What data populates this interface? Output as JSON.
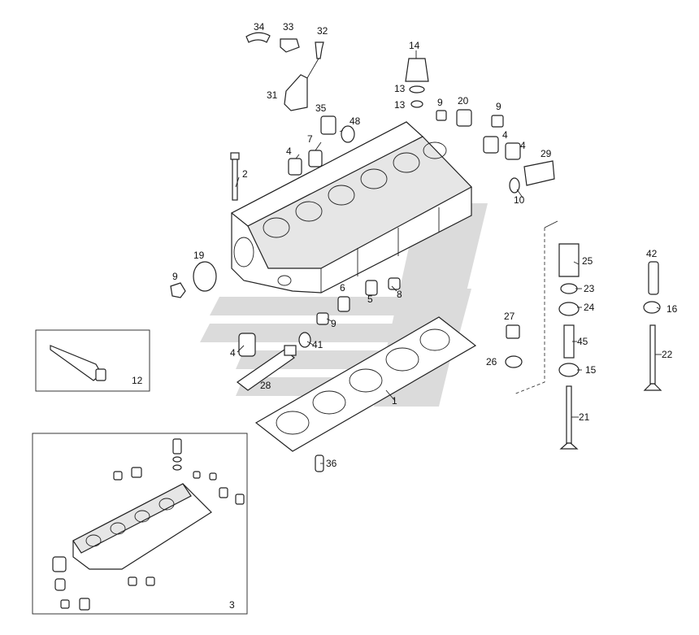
{
  "callouts": [
    {
      "id": "34",
      "label": "34"
    },
    {
      "id": "33",
      "label": "33"
    },
    {
      "id": "32",
      "label": "32"
    },
    {
      "id": "14",
      "label": "14"
    },
    {
      "id": "31",
      "label": "31"
    },
    {
      "id": "13a",
      "label": "13"
    },
    {
      "id": "13b",
      "label": "13"
    },
    {
      "id": "9a",
      "label": "9"
    },
    {
      "id": "20",
      "label": "20"
    },
    {
      "id": "9b",
      "label": "9"
    },
    {
      "id": "35",
      "label": "35"
    },
    {
      "id": "48",
      "label": "48"
    },
    {
      "id": "7",
      "label": "7"
    },
    {
      "id": "4a",
      "label": "4"
    },
    {
      "id": "4b",
      "label": "4"
    },
    {
      "id": "4c",
      "label": "4"
    },
    {
      "id": "29",
      "label": "29"
    },
    {
      "id": "2",
      "label": "2"
    },
    {
      "id": "10",
      "label": "10"
    },
    {
      "id": "19",
      "label": "19"
    },
    {
      "id": "25",
      "label": "25"
    },
    {
      "id": "42",
      "label": "42"
    },
    {
      "id": "9c",
      "label": "9"
    },
    {
      "id": "6",
      "label": "6"
    },
    {
      "id": "5",
      "label": "5"
    },
    {
      "id": "8",
      "label": "8"
    },
    {
      "id": "23",
      "label": "23"
    },
    {
      "id": "24",
      "label": "24"
    },
    {
      "id": "16",
      "label": "16"
    },
    {
      "id": "27",
      "label": "27"
    },
    {
      "id": "9d",
      "label": "9"
    },
    {
      "id": "45",
      "label": "45"
    },
    {
      "id": "4d",
      "label": "4"
    },
    {
      "id": "41",
      "label": "41"
    },
    {
      "id": "12",
      "label": "12"
    },
    {
      "id": "26",
      "label": "26"
    },
    {
      "id": "15",
      "label": "15"
    },
    {
      "id": "22",
      "label": "22"
    },
    {
      "id": "28",
      "label": "28"
    },
    {
      "id": "1",
      "label": "1"
    },
    {
      "id": "21",
      "label": "21"
    },
    {
      "id": "36",
      "label": "36"
    },
    {
      "id": "3",
      "label": "3"
    }
  ],
  "colors": {
    "ink": "#222222",
    "watermark": "#c8c8c8",
    "paper": "#ffffff"
  },
  "icons": [
    "cylinder-head-icon",
    "head-gasket-icon",
    "valve-icon",
    "valve-spring-icon",
    "sealant-tube-icon"
  ]
}
